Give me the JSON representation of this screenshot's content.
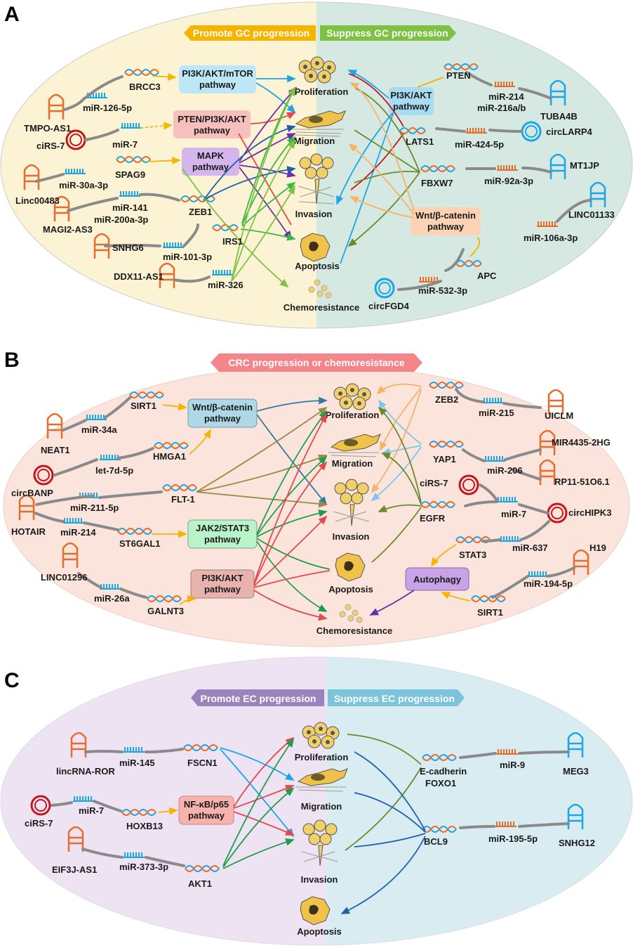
{
  "panel_a": {
    "letter": "A",
    "banner_left": "Promote GC progression",
    "banner_right": "Suppress GC progression",
    "pathway_pi3k_akt_mtor": [
      "PI3K/AKT/mTOR",
      "pathway"
    ],
    "pathway_pten_pi3k_akt": [
      "PTEN/PI3K/AKT",
      "pathway"
    ],
    "pathway_mapk": [
      "MAPK",
      "pathway"
    ],
    "pathway_pi3k_akt": [
      "PI3K/AKT",
      "pathway"
    ],
    "pathway_wnt": [
      "Wnt/β-catenin",
      "pathway"
    ],
    "outcomes": [
      "Proliferation",
      "Migration",
      "Invasion",
      "Apoptosis",
      "Chemoresistance"
    ],
    "labels": {
      "brcc3": "BRCC3",
      "mir126": "miR-126-5p",
      "tmpo": "TMPO-AS1",
      "cirs7": "ciRS-7",
      "mir7": "miR-7",
      "spag9": "SPAG9",
      "linc00483": "Linc00483",
      "mir30a": "miR-30a-3p",
      "mir141": "miR-141",
      "mir200a": "miR-200a-3p",
      "zeb1": "ZEB1",
      "magi2": "MAGI2-AS3",
      "snhg6": "SNHG6",
      "mir101": "miR-101-3p",
      "irs1": "IRS1",
      "ddx11": "DDX11-AS1",
      "mir326": "miR-326",
      "pten": "PTEN",
      "mir214": "miR-214",
      "mir216": "miR-216a/b",
      "tuba4b": "TUBA4B",
      "lats1": "LATS1",
      "mir424": "miR-424-5p",
      "circlarp4": "circLARP4",
      "fbxw7": "FBXW7",
      "mir92a": "miR-92a-3p",
      "mt1jp": "MT1JP",
      "linc01133": "LINC01133",
      "mir106a": "miR-106a-3p",
      "apc": "APC",
      "mir532": "miR-532-3p",
      "circfgd4": "circFGD4"
    }
  },
  "panel_b": {
    "letter": "B",
    "banner": "CRC progression or chemoresistance",
    "pathway_wnt": [
      "Wnt/β-catenin",
      "pathway"
    ],
    "pathway_jak": [
      "JAK2/STAT3",
      "pathway"
    ],
    "pathway_pi3k": [
      "PI3K/AKT",
      "pathway"
    ],
    "autophagy": "Autophagy",
    "outcomes": [
      "Proliferation",
      "Migration",
      "Invasion",
      "Apoptosis",
      "Chemoresistance"
    ],
    "labels": {
      "sirt1a": "SIRT1",
      "mir34a": "miR-34a",
      "neat1": "NEAT1",
      "hmga1": "HMGA1",
      "let7d": "let-7d-5p",
      "circbanp": "circBANP",
      "mir211": "miR-211-5p",
      "flt1": "FLT-1",
      "hotair": "HOTAIR",
      "mir214": "miR-214",
      "st6gal1": "ST6GAL1",
      "linc01296": "LINC01296",
      "mir26a": "miR-26a",
      "galnt3": "GALNT3",
      "zeb2": "ZEB2",
      "mir215": "miR-215",
      "uiclm": "UICLM",
      "mir4435": "MIR4435-2HG",
      "yap1": "YAP1",
      "mir206": "miR-206",
      "rp11": "RP11-51O6.1",
      "cirs7": "ciRS-7",
      "egfr": "EGFR",
      "mir7": "miR-7",
      "circhipk3": "circHIPK3",
      "stat3": "STAT3",
      "mir637": "miR-637",
      "h19": "H19",
      "mir194": "miR-194-5p",
      "sirt1b": "SIRT1"
    }
  },
  "panel_c": {
    "letter": "C",
    "banner_left": "Promote EC progression",
    "banner_right": "Suppress EC progression",
    "pathway_nfkb": [
      "NF-κB/p65",
      "pathway"
    ],
    "outcomes": [
      "Proliferation",
      "Migration",
      "Invasion",
      "Apoptosis"
    ],
    "labels": {
      "lincror": "lincRNA-ROR",
      "mir145": "miR-145",
      "fscn1": "FSCN1",
      "cirs7": "ciRS-7",
      "mir7": "miR-7",
      "hoxb13": "HOXB13",
      "eif3j": "EIF3J-AS1",
      "mir373": "miR-373-3p",
      "akt1": "AKT1",
      "ecadherin": "E-cadherin",
      "foxo1": "FOXO1",
      "mir9": "miR-9",
      "meg3": "MEG3",
      "bcl9": "BCL9",
      "mir195": "miR-195-5p",
      "snhg12": "SNHG12"
    }
  }
}
